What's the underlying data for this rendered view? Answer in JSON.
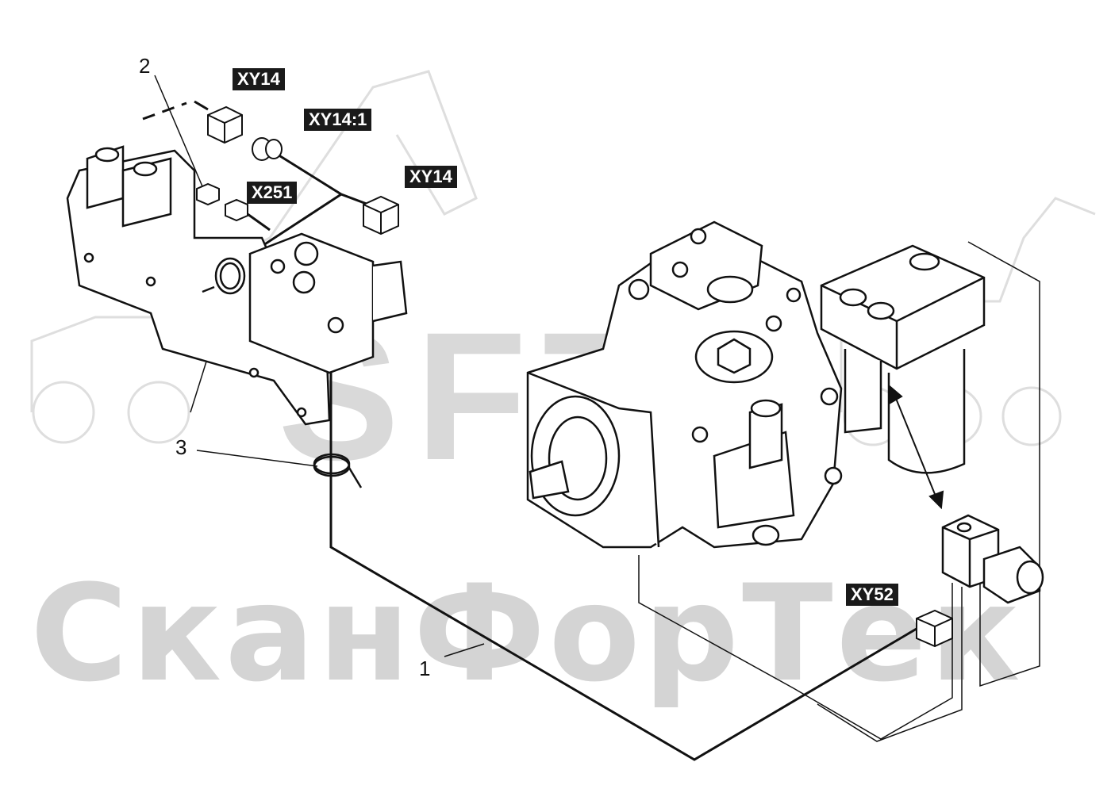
{
  "watermark": {
    "logo_text": "SFT",
    "brand_text": "СканФорТек"
  },
  "connector_tags": [
    {
      "id": "xy14-top",
      "label": "XY14"
    },
    {
      "id": "xy14-1",
      "label": "XY14:1"
    },
    {
      "id": "xy14-right",
      "label": "XY14"
    },
    {
      "id": "x251",
      "label": "X251"
    },
    {
      "id": "xy52",
      "label": "XY52"
    }
  ],
  "callouts": [
    {
      "id": "callout-1",
      "label": "1"
    },
    {
      "id": "callout-2",
      "label": "2"
    },
    {
      "id": "callout-3",
      "label": "3"
    }
  ],
  "colors": {
    "line": "#111111",
    "tag_background": "#1a1a1a",
    "tag_text": "#ffffff",
    "watermark": "#d6d6d6"
  }
}
